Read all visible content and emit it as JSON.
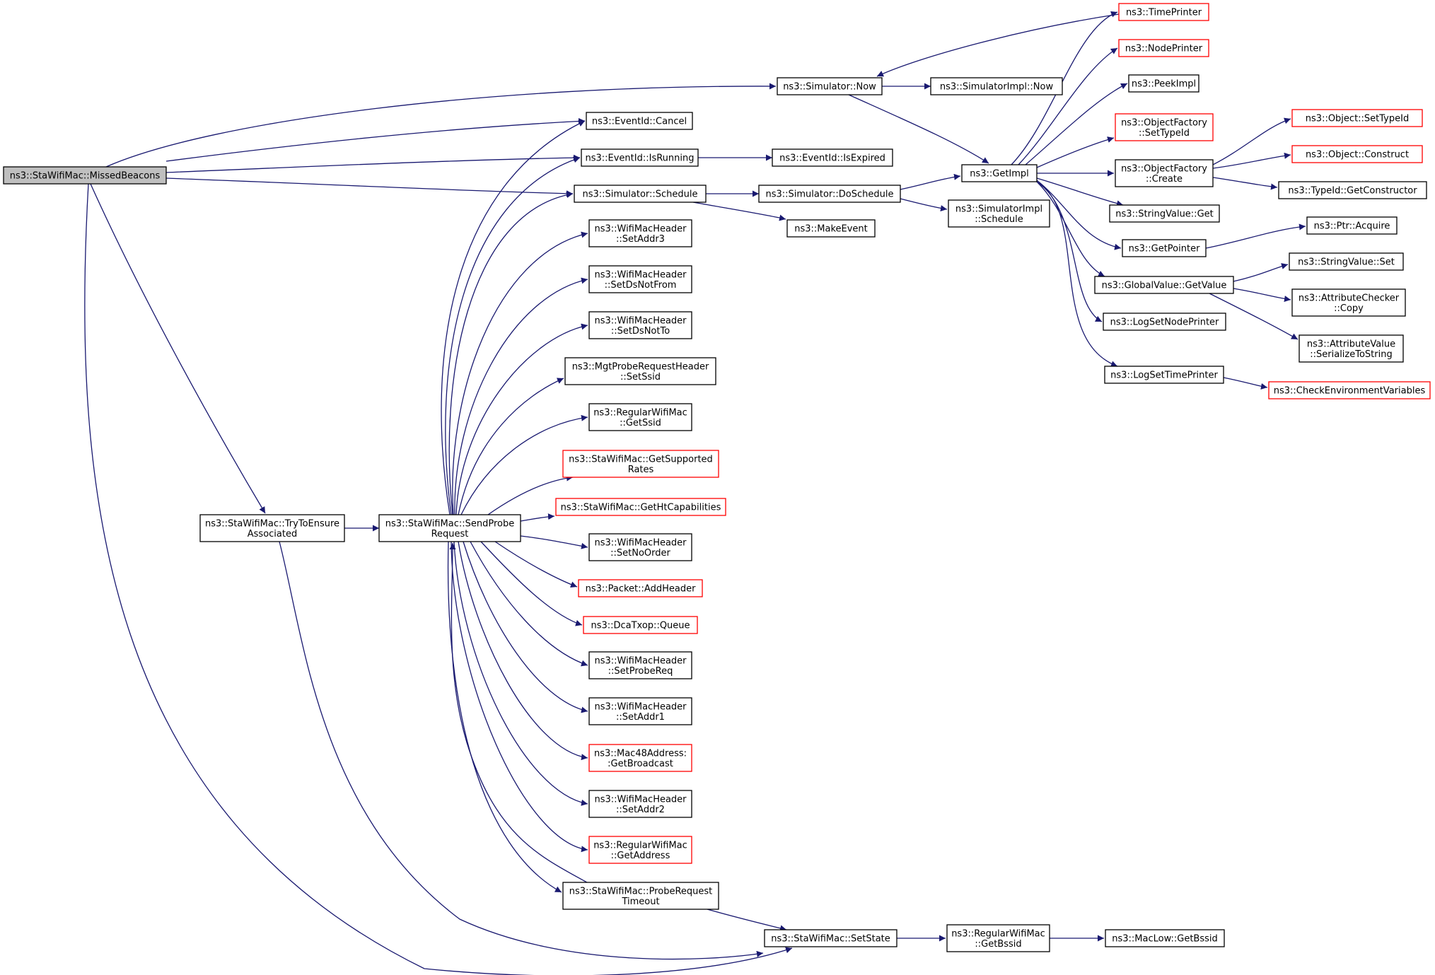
{
  "colors": {
    "edge": "#191970",
    "normal_border": "#000000",
    "truncated_border": "#ff0000",
    "root_fill": "#bfbfbf"
  },
  "nodes": [
    {
      "id": "missed",
      "lines": [
        "ns3::StaWifiMac::MissedBeacons"
      ],
      "style": "root"
    },
    {
      "id": "now",
      "lines": [
        "ns3::Simulator::Now"
      ],
      "style": "normal"
    },
    {
      "id": "implnow",
      "lines": [
        "ns3::SimulatorImpl::Now"
      ],
      "style": "normal"
    },
    {
      "id": "timeprinter",
      "lines": [
        "ns3::TimePrinter"
      ],
      "style": "red"
    },
    {
      "id": "nodeprinter",
      "lines": [
        "ns3::NodePrinter"
      ],
      "style": "red"
    },
    {
      "id": "peekimpl",
      "lines": [
        "ns3::PeekImpl"
      ],
      "style": "normal"
    },
    {
      "id": "ofsettypeid",
      "lines": [
        "ns3::ObjectFactory",
        "::SetTypeId"
      ],
      "style": "red"
    },
    {
      "id": "ofcreate",
      "lines": [
        "ns3::ObjectFactory",
        "::Create"
      ],
      "style": "normal"
    },
    {
      "id": "objsettypeid",
      "lines": [
        "ns3::Object::SetTypeId"
      ],
      "style": "red"
    },
    {
      "id": "objconstruct",
      "lines": [
        "ns3::Object::Construct"
      ],
      "style": "red"
    },
    {
      "id": "getctor",
      "lines": [
        "ns3::TypeId::GetConstructor"
      ],
      "style": "normal"
    },
    {
      "id": "strget",
      "lines": [
        "ns3::StringValue::Get"
      ],
      "style": "normal"
    },
    {
      "id": "getpointer",
      "lines": [
        "ns3::GetPointer"
      ],
      "style": "normal"
    },
    {
      "id": "ptracquire",
      "lines": [
        "ns3::Ptr::Acquire"
      ],
      "style": "normal"
    },
    {
      "id": "gvgetvalue",
      "lines": [
        "ns3::GlobalValue::GetValue"
      ],
      "style": "normal"
    },
    {
      "id": "strset",
      "lines": [
        "ns3::StringValue::Set"
      ],
      "style": "normal"
    },
    {
      "id": "accopy",
      "lines": [
        "ns3::AttributeChecker",
        "::Copy"
      ],
      "style": "normal"
    },
    {
      "id": "avser",
      "lines": [
        "ns3::AttributeValue",
        "::SerializeToString"
      ],
      "style": "normal"
    },
    {
      "id": "lognode",
      "lines": [
        "ns3::LogSetNodePrinter"
      ],
      "style": "normal"
    },
    {
      "id": "logtime",
      "lines": [
        "ns3::LogSetTimePrinter"
      ],
      "style": "normal"
    },
    {
      "id": "checkenv",
      "lines": [
        "ns3::CheckEnvironmentVariables"
      ],
      "style": "red"
    },
    {
      "id": "getimpl",
      "lines": [
        "ns3::GetImpl"
      ],
      "style": "normal"
    },
    {
      "id": "cancel",
      "lines": [
        "ns3::EventId::Cancel"
      ],
      "style": "normal"
    },
    {
      "id": "isrunning",
      "lines": [
        "ns3::EventId::IsRunning"
      ],
      "style": "normal"
    },
    {
      "id": "isexpired",
      "lines": [
        "ns3::EventId::IsExpired"
      ],
      "style": "normal"
    },
    {
      "id": "schedule",
      "lines": [
        "ns3::Simulator::Schedule"
      ],
      "style": "normal"
    },
    {
      "id": "doschedule",
      "lines": [
        "ns3::Simulator::DoSchedule"
      ],
      "style": "normal"
    },
    {
      "id": "implschedule",
      "lines": [
        "ns3::SimulatorImpl",
        "::Schedule"
      ],
      "style": "normal"
    },
    {
      "id": "makeevent",
      "lines": [
        "ns3::MakeEvent"
      ],
      "style": "normal"
    },
    {
      "id": "setaddr3",
      "lines": [
        "ns3::WifiMacHeader",
        "::SetAddr3"
      ],
      "style": "normal"
    },
    {
      "id": "setdsnotfrom",
      "lines": [
        "ns3::WifiMacHeader",
        "::SetDsNotFrom"
      ],
      "style": "normal"
    },
    {
      "id": "setdsnotto",
      "lines": [
        "ns3::WifiMacHeader",
        "::SetDsNotTo"
      ],
      "style": "normal"
    },
    {
      "id": "setssid",
      "lines": [
        "ns3::MgtProbeRequestHeader",
        "::SetSsid"
      ],
      "style": "normal"
    },
    {
      "id": "getssid",
      "lines": [
        "ns3::RegularWifiMac",
        "::GetSsid"
      ],
      "style": "normal"
    },
    {
      "id": "getsuprates",
      "lines": [
        "ns3::StaWifiMac::GetSupported",
        "Rates"
      ],
      "style": "red"
    },
    {
      "id": "gethtcap",
      "lines": [
        "ns3::StaWifiMac::GetHtCapabilities"
      ],
      "style": "red"
    },
    {
      "id": "setnoorder",
      "lines": [
        "ns3::WifiMacHeader",
        "::SetNoOrder"
      ],
      "style": "normal"
    },
    {
      "id": "addheader",
      "lines": [
        "ns3::Packet::AddHeader"
      ],
      "style": "red"
    },
    {
      "id": "queue",
      "lines": [
        "ns3::DcaTxop::Queue"
      ],
      "style": "red"
    },
    {
      "id": "setprobereq",
      "lines": [
        "ns3::WifiMacHeader",
        "::SetProbeReq"
      ],
      "style": "normal"
    },
    {
      "id": "setaddr1",
      "lines": [
        "ns3::WifiMacHeader",
        "::SetAddr1"
      ],
      "style": "normal"
    },
    {
      "id": "getbroadcast",
      "lines": [
        "ns3::Mac48Address:",
        ":GetBroadcast"
      ],
      "style": "red"
    },
    {
      "id": "setaddr2",
      "lines": [
        "ns3::WifiMacHeader",
        "::SetAddr2"
      ],
      "style": "normal"
    },
    {
      "id": "getaddress",
      "lines": [
        "ns3::RegularWifiMac",
        "::GetAddress"
      ],
      "style": "red"
    },
    {
      "id": "probetimeout",
      "lines": [
        "ns3::StaWifiMac::ProbeRequest",
        "Timeout"
      ],
      "style": "normal"
    },
    {
      "id": "tryassoc",
      "lines": [
        "ns3::StaWifiMac::TryToEnsure",
        "Associated"
      ],
      "style": "normal"
    },
    {
      "id": "sendprobe",
      "lines": [
        "ns3::StaWifiMac::SendProbe",
        "Request"
      ],
      "style": "normal"
    },
    {
      "id": "setstate",
      "lines": [
        "ns3::StaWifiMac::SetState"
      ],
      "style": "normal"
    },
    {
      "id": "getbssid",
      "lines": [
        "ns3::RegularWifiMac",
        "::GetBssid"
      ],
      "style": "normal"
    },
    {
      "id": "maclowbssid",
      "lines": [
        "ns3::MacLow::GetBssid"
      ],
      "style": "normal"
    }
  ],
  "edges": [
    [
      "missed",
      "now"
    ],
    [
      "missed",
      "cancel"
    ],
    [
      "missed",
      "isrunning"
    ],
    [
      "missed",
      "schedule"
    ],
    [
      "missed",
      "tryassoc"
    ],
    [
      "missed",
      "setstate"
    ],
    [
      "now",
      "implnow"
    ],
    [
      "now",
      "getimpl"
    ],
    [
      "timeprinter",
      "now"
    ],
    [
      "getimpl",
      "timeprinter"
    ],
    [
      "getimpl",
      "nodeprinter"
    ],
    [
      "getimpl",
      "peekimpl"
    ],
    [
      "getimpl",
      "ofsettypeid"
    ],
    [
      "getimpl",
      "ofcreate"
    ],
    [
      "getimpl",
      "strget"
    ],
    [
      "getimpl",
      "getpointer"
    ],
    [
      "getimpl",
      "gvgetvalue"
    ],
    [
      "getimpl",
      "lognode"
    ],
    [
      "getimpl",
      "logtime"
    ],
    [
      "ofcreate",
      "objsettypeid"
    ],
    [
      "ofcreate",
      "objconstruct"
    ],
    [
      "ofcreate",
      "getctor"
    ],
    [
      "getpointer",
      "ptracquire"
    ],
    [
      "gvgetvalue",
      "strset"
    ],
    [
      "gvgetvalue",
      "accopy"
    ],
    [
      "gvgetvalue",
      "avser"
    ],
    [
      "logtime",
      "checkenv"
    ],
    [
      "isrunning",
      "isexpired"
    ],
    [
      "schedule",
      "doschedule"
    ],
    [
      "schedule",
      "makeevent"
    ],
    [
      "doschedule",
      "getimpl"
    ],
    [
      "doschedule",
      "implschedule"
    ],
    [
      "tryassoc",
      "sendprobe"
    ],
    [
      "tryassoc",
      "setstate"
    ],
    [
      "sendprobe",
      "cancel"
    ],
    [
      "sendprobe",
      "isrunning"
    ],
    [
      "sendprobe",
      "schedule"
    ],
    [
      "sendprobe",
      "setaddr3"
    ],
    [
      "sendprobe",
      "setdsnotfrom"
    ],
    [
      "sendprobe",
      "setdsnotto"
    ],
    [
      "sendprobe",
      "setssid"
    ],
    [
      "sendprobe",
      "getssid"
    ],
    [
      "sendprobe",
      "getsuprates"
    ],
    [
      "sendprobe",
      "gethtcap"
    ],
    [
      "sendprobe",
      "setnoorder"
    ],
    [
      "sendprobe",
      "addheader"
    ],
    [
      "sendprobe",
      "queue"
    ],
    [
      "sendprobe",
      "setprobereq"
    ],
    [
      "sendprobe",
      "setaddr1"
    ],
    [
      "sendprobe",
      "getbroadcast"
    ],
    [
      "sendprobe",
      "setaddr2"
    ],
    [
      "sendprobe",
      "getaddress"
    ],
    [
      "sendprobe",
      "probetimeout"
    ],
    [
      "probetimeout",
      "sendprobe"
    ],
    [
      "probetimeout",
      "setstate"
    ],
    [
      "setstate",
      "getbssid"
    ],
    [
      "getbssid",
      "maclowbssid"
    ]
  ]
}
